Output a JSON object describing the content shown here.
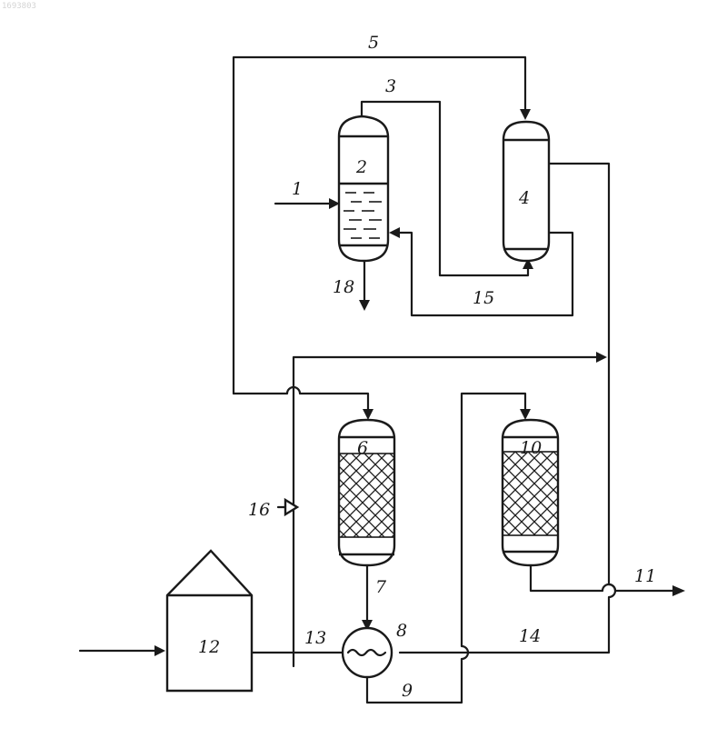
{
  "document_id": "1693803",
  "labels": {
    "l1": "1",
    "l2": "2",
    "l3": "3",
    "l4": "4",
    "l5": "5",
    "l6": "6",
    "l7": "7",
    "l8": "8",
    "l9": "9",
    "l10": "10",
    "l11": "11",
    "l12": "12",
    "l13": "13",
    "l14": "14",
    "l15": "15",
    "l16": "16",
    "l18": "18"
  },
  "colors": {
    "ink": "#1a1a1a",
    "paper": "#ffffff"
  }
}
